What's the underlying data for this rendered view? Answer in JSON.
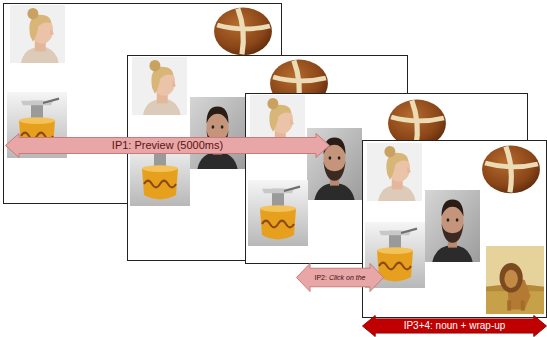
{
  "diagram": {
    "nodes": [
      {
        "text": [
          "IP1: Preview (5000ms)"
        ]
      },
      {
        "text": [
          "IP2:",
          "Click on the"
        ]
      },
      {
        "text": [
          "IP3+4: noun + wrap-up"
        ]
      }
    ]
  }
}
